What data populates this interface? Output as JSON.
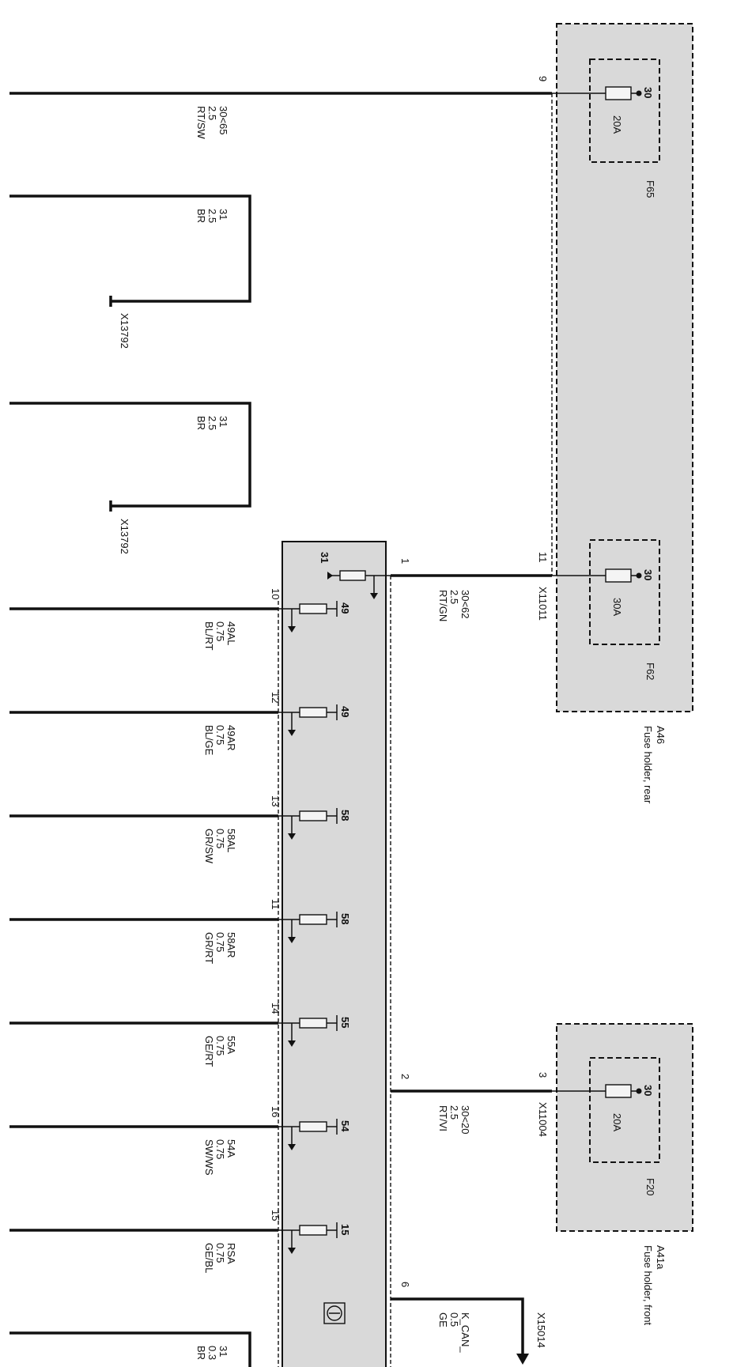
{
  "fuse_holder_rear": {
    "id": "A46",
    "name": "Fuse holder, rear",
    "fuses": [
      {
        "id": "F65",
        "terminal": "30",
        "rating": "20A",
        "pin": "9"
      },
      {
        "id": "F62",
        "terminal": "30",
        "rating": "30A",
        "pin": "11",
        "connector": "X11011"
      }
    ]
  },
  "fuse_holder_front": {
    "id": "A41a",
    "name": "Fuse holder, front",
    "fuses": [
      {
        "id": "F20",
        "terminal": "30",
        "rating": "20A",
        "pin": "3",
        "connector": "X11004"
      }
    ]
  },
  "left_wires": [
    {
      "terminal": "30<65",
      "gauge": "2.5",
      "color": "RT/SW"
    },
    {
      "terminal": "31",
      "gauge": "2.5",
      "color": "BR",
      "ground": "X13792"
    },
    {
      "terminal": "31",
      "gauge": "2.5",
      "color": "BR",
      "ground": "X13792"
    }
  ],
  "module_inputs": [
    {
      "pin": "1",
      "terminal": "30<62",
      "gauge": "2.5",
      "color": "RT/GN"
    },
    {
      "pin": "2",
      "terminal": "30<20",
      "gauge": "2.5",
      "color": "RT/VI"
    },
    {
      "pin": "6",
      "terminal": "K_CAN_",
      "gauge": "0.5",
      "color": "GE",
      "connector": "X15014"
    }
  ],
  "module_ground_pin": "31",
  "module_outputs": [
    {
      "pin": "10",
      "terminal": "49",
      "signal": "49AL",
      "gauge": "0.75",
      "color": "BL/RT"
    },
    {
      "pin": "12",
      "terminal": "49",
      "signal": "49AR",
      "gauge": "0.75",
      "color": "BL/GE"
    },
    {
      "pin": "13",
      "terminal": "58",
      "signal": "58AL",
      "gauge": "0.75",
      "color": "GR/SW"
    },
    {
      "pin": "11",
      "terminal": "58",
      "signal": "58AR",
      "gauge": "0.75",
      "color": "GR/RT"
    },
    {
      "pin": "14",
      "terminal": "55",
      "signal": "55A",
      "gauge": "0.75",
      "color": "GE/RT"
    },
    {
      "pin": "16",
      "terminal": "54",
      "signal": "54A",
      "gauge": "0.75",
      "color": "SW/WS"
    },
    {
      "pin": "15",
      "terminal": "15",
      "signal": "RSA",
      "gauge": "0.75",
      "color": "GE/BL"
    }
  ],
  "bottom_wire": {
    "terminal": "31",
    "gauge": "0.3",
    "color": "BR"
  }
}
